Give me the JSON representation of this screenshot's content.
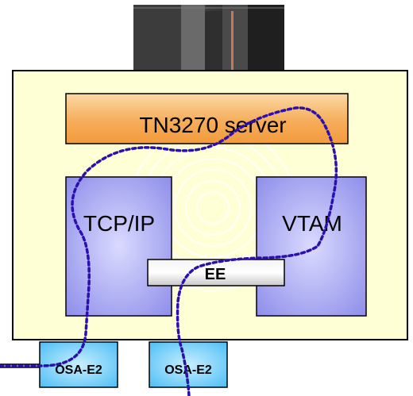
{
  "diagram": {
    "server_label": "TN3270 server",
    "left_stack_label": "TCP/IP",
    "right_stack_label": "VTAM",
    "connector_label": "EE",
    "adapters": [
      {
        "label": "OSA-E2"
      },
      {
        "label": "OSA-E2"
      }
    ]
  },
  "colors": {
    "system_fill": "#ffffd6",
    "server_bar": "#f4a54a",
    "stack_fill": "#a6a6f2",
    "adapter_fill": "#66ccff",
    "path_line": "#2b0fb0"
  }
}
